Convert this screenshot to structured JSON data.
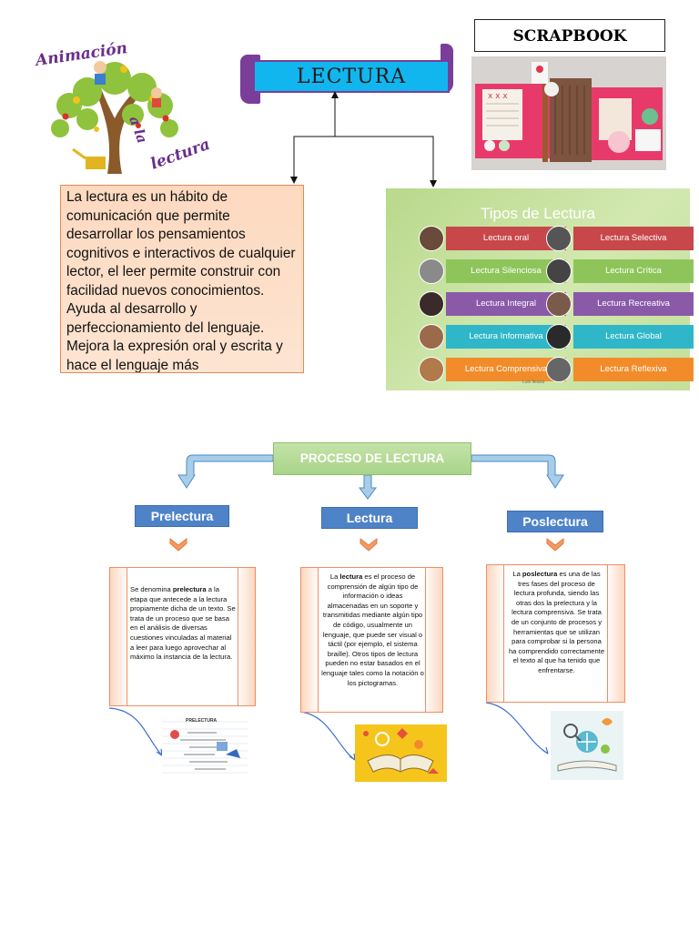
{
  "header": {
    "title": "LECTURA",
    "scrapbook_label": "SCRAPBOOK",
    "logo_text": "Animación a la lectura"
  },
  "definition": {
    "text": "La lectura es un hábito de comunicación que permite desarrollar los pensamientos cognitivos e interactivos de cualquier lector, el leer permite construir con facilidad nuevos conocimientos. Ayuda al desarrollo y perfeccionamiento del lenguaje. Mejora la expresión oral y escrita y hace el lenguaje más"
  },
  "tipos": {
    "title": "Tipos de Lectura",
    "footer": "Luis Ileana",
    "items": [
      {
        "label": "Lectura oral",
        "color": "#c8474a"
      },
      {
        "label": "Lectura Selectiva",
        "color": "#c8474a"
      },
      {
        "label": "Lectura Silenciosa",
        "color": "#8ec55a"
      },
      {
        "label": "Lectura Crítica",
        "color": "#8ec55a"
      },
      {
        "label": "Lectura Integral",
        "color": "#8a5aa8"
      },
      {
        "label": "Lectura Recreativa",
        "color": "#8a5aa8"
      },
      {
        "label": "Lectura Informativa",
        "color": "#2fb7c9"
      },
      {
        "label": "Lectura Global",
        "color": "#2fb7c9"
      },
      {
        "label": "Lectura Comprensiva",
        "color": "#f28c2a"
      },
      {
        "label": "Lectura Reflexiva",
        "color": "#f28c2a"
      }
    ]
  },
  "proceso": {
    "title": "PROCESO DE LECTURA",
    "phases": [
      {
        "name": "Prelectura",
        "text_pre": "Se denomina ",
        "text_bold": "prelectura",
        "text_post": " a la etapa que antecede a la lectura propiamente dicha de un texto. Se trata de un proceso que se basa en el análisis de diversas cuestiones vinculadas al material a leer para luego aprovechar al máximo la instancia de la lectura."
      },
      {
        "name": "Lectura",
        "text_pre": "La ",
        "text_bold": "lectura",
        "text_post": " es el proceso de comprensión de algún tipo de información o ideas almacenadas en un soporte y transmitidas mediante algún tipo de código, usualmente un lenguaje, que puede ser visual o táctil (por ejemplo, el sistema braille). Otros tipos de lectura pueden no estar basados en el lenguaje tales como la notación o los pictogramas."
      },
      {
        "name": "Poslectura",
        "text_pre": "La ",
        "text_bold": "poslectura",
        "text_post": " es una de las tres fases del proceso de lectura profunda, siendo las otras dos la prelectura y la lectura comprensiva. Se trata de un conjunto de procesos y herramientas que se utilizan para comprobar si la persona ha comprendido correctamente el texto al que ha tenido que enfrentarse."
      }
    ]
  },
  "note_image": {
    "heading": "PRELECTURA"
  }
}
